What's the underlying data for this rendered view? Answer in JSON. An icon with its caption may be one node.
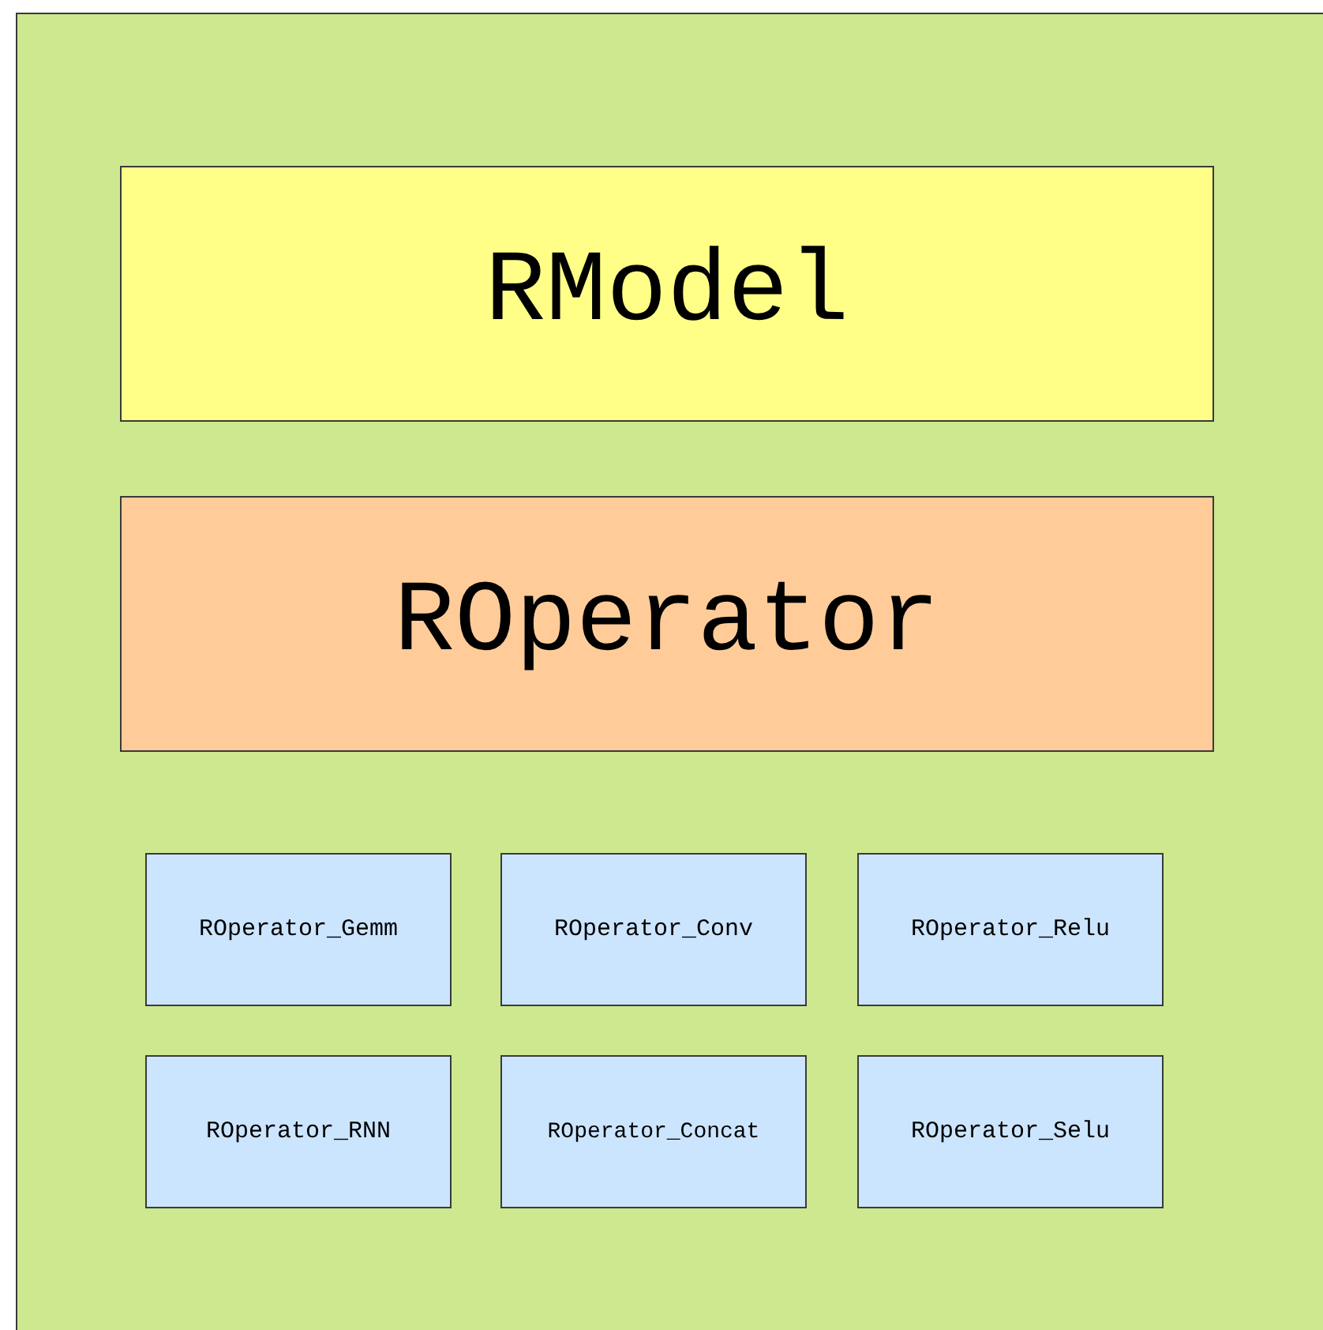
{
  "diagram": {
    "nodes": [
      {
        "text": [],
        "shape": "box"
      },
      {
        "text": [
          "RModel"
        ],
        "in": 0
      },
      {
        "text": [
          "ROperator"
        ],
        "in": 0
      },
      {
        "text": [
          "ROperator_Gemm"
        ],
        "in": 0
      },
      {
        "text": [
          "ROperator_Conv"
        ],
        "in": 0
      },
      {
        "text": [
          "ROperator_Relu"
        ],
        "in": 0
      },
      {
        "text": [
          "ROperator_RNN"
        ],
        "in": 0
      },
      {
        "text": [
          "ROperator_Concat"
        ],
        "in": 0
      },
      {
        "text": [
          "ROperator_Selu"
        ],
        "in": 0
      }
    ]
  }
}
